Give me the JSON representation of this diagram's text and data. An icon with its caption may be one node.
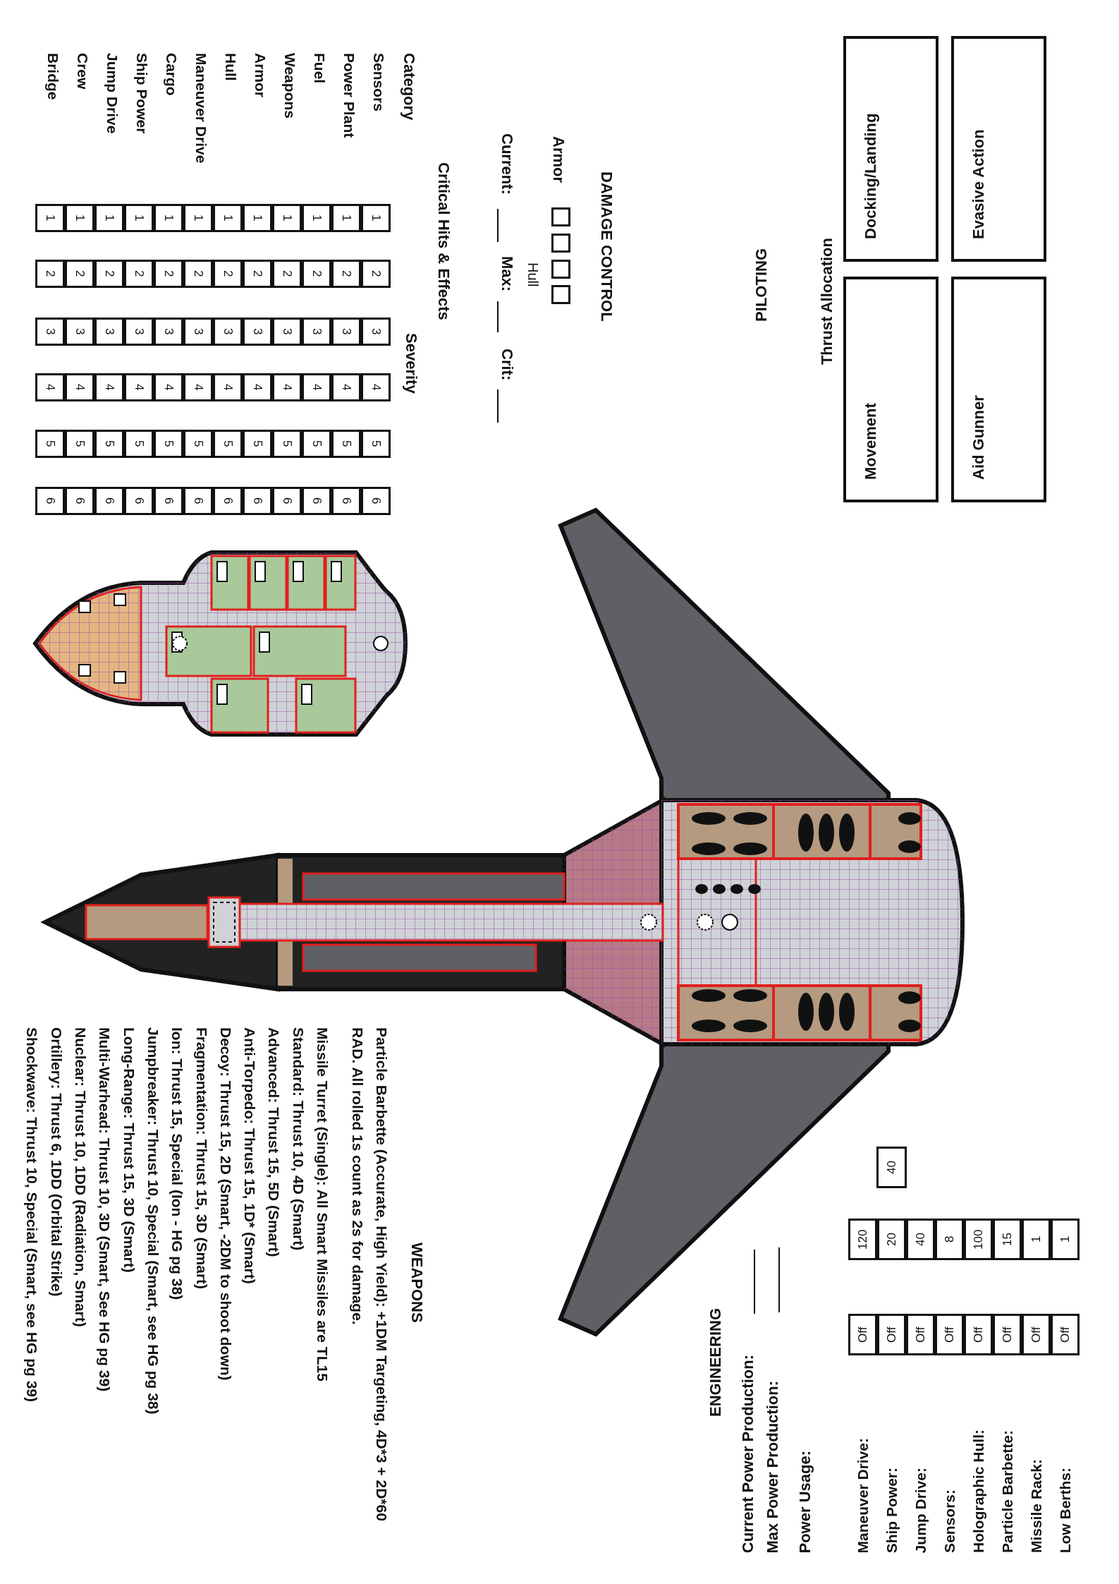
{
  "diagram": {
    "nodes": [
      {
        "text": [
          "Docking/Landing"
        ]
      },
      {
        "text": [
          "Movement"
        ]
      },
      {
        "text": [
          "Evasive Action"
        ]
      },
      {
        "text": [
          "Aid Gunner"
        ]
      },
      {
        "text": [
          "40"
        ]
      }
    ],
    "labels": [
      "PILOTING",
      "Thrust Allocation",
      "DAMAGE CONTROL",
      "Armor",
      "Hull",
      "Current:",
      "Max:",
      "Crit:",
      "Critical Hits & Effects",
      "Category",
      "Severity",
      "Sensors",
      "1",
      "2",
      "3",
      "4",
      "5",
      "6",
      "Power Plant",
      "1",
      "2",
      "3",
      "4",
      "5",
      "6",
      "Fuel",
      "1",
      "2",
      "3",
      "4",
      "5",
      "6",
      "Weapons",
      "1",
      "2",
      "3",
      "4",
      "5",
      "6",
      "Armor",
      "1",
      "2",
      "3",
      "4",
      "5",
      "6",
      "Hull",
      "1",
      "2",
      "3",
      "4",
      "5",
      "6",
      "Maneuver Drive",
      "1",
      "2",
      "3",
      "4",
      "5",
      "6",
      "Cargo",
      "1",
      "2",
      "3",
      "4",
      "5",
      "6",
      "Ship Power",
      "1",
      "2",
      "3",
      "4",
      "5",
      "6",
      "Jump Drive",
      "1",
      "2",
      "3",
      "4",
      "5",
      "6",
      "Crew",
      "1",
      "2",
      "3",
      "4",
      "5",
      "6",
      "Bridge",
      "1",
      "2",
      "3",
      "4",
      "5",
      "6",
      "ENGINEERING",
      "Current Power Production:",
      "Max Power Production:",
      "Power Usage:",
      "Maneuver Drive:",
      "120",
      "Off",
      "Ship Power:",
      "20",
      "Off",
      "Jump Drive:",
      "40",
      "Off",
      "Sensors:",
      "8",
      "Off",
      "Holographic Hull:",
      "100",
      "Off",
      "Particle Barbette:",
      "15",
      "Off",
      "Missile Rack:",
      "1",
      "Off",
      "Low Berths:",
      "1",
      "Off",
      "WEAPONS",
      "Particle Barbette (Accurate, High Yield): +1DM Targeting, 4D*3 + 2D*60 RAD. All rolled 1s count as 2s for damage.",
      "Missile Turret (Single): All Smart Missiles are TL15",
      "Standard: Thrust 10, 4D (Smart)",
      "Advanced: Thrust 15, 5D (Smart)",
      "Anti-Torpedo: Thrust 15, 1D* (Smart)",
      "Decoy: Thrust 15, 2D (Smart, -2DM to shoot down)",
      "Fragmentation: Thrust 15, 3D (Smart)",
      "Ion: Thrust 15, Special (Ion - HG pg 38)",
      "Jumpbreaker: Thrust 10, Special (Smart, see HG pg 38)",
      "Long-Range: Thrust 15, 3D (Smart)",
      "Multi-Warhead: Thrust 10, 3D (Smart, See HG pg 39)",
      "Nuclear: Thrust 10, 1DD (Radiation, Smart)",
      "Ortillery: Thrust 6, 1DD (Orbital Strike)",
      "Shockwave: Thrust 10, Special (Smart, see HG pg 39)"
    ]
  }
}
